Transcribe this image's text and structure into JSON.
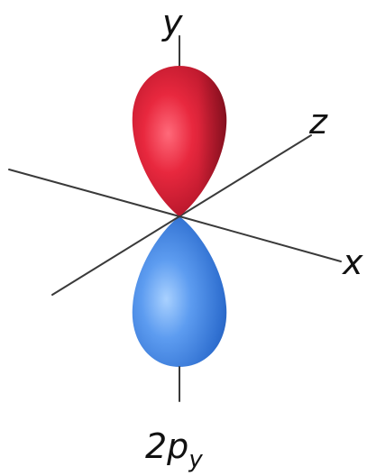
{
  "axes": {
    "x_label": "x",
    "y_label": "y",
    "z_label": "z"
  },
  "orbital": {
    "caption_main": "2p",
    "caption_sub": "y",
    "positive_lobe_color": "#d8243a",
    "negative_lobe_color": "#3f86e0"
  }
}
